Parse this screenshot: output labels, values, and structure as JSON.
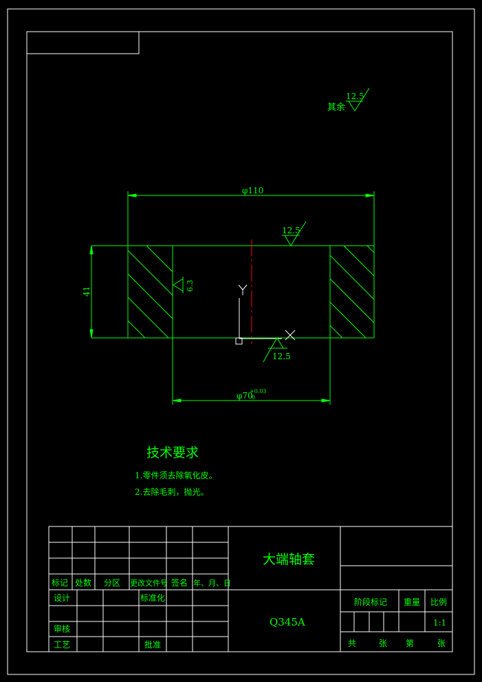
{
  "drawing": {
    "surface_roughness": {
      "other_label": "其余",
      "other_value": "12.5",
      "top_value": "12.5",
      "inner_value": "6.3",
      "bottom_value": "12.5"
    },
    "dimensions": {
      "outer_diameter": "φ110",
      "inner_diameter": "φ70",
      "inner_tolerance_upper": "+0.03",
      "inner_tolerance_lower": "0",
      "height": "41"
    },
    "axis": {
      "x": "X",
      "y": "Y"
    },
    "tech_requirements": {
      "title": "技术要求",
      "items": [
        "1.零件须去除氧化皮。",
        "2.去除毛刺，抛光。"
      ]
    }
  },
  "title_block": {
    "part_name": "大端轴套",
    "material": "Q345A",
    "rev_headers": [
      "标记",
      "处数",
      "分区",
      "更改文件号",
      "签名",
      "年、月、日"
    ],
    "design": "设计",
    "standardize": "标准化",
    "review": "审核",
    "process": "工艺",
    "approve": "批准",
    "stage_mark": "阶段标记",
    "weight": "重量",
    "scale_label": "比例",
    "scale_value": "1:1",
    "total": "共",
    "sheet": "张",
    "number": "第",
    "sheet2": "张"
  },
  "colors": {
    "frame": "#ffffff",
    "geometry": "#00ff00",
    "centerline": "#ff0000",
    "text": "#00ff00"
  }
}
